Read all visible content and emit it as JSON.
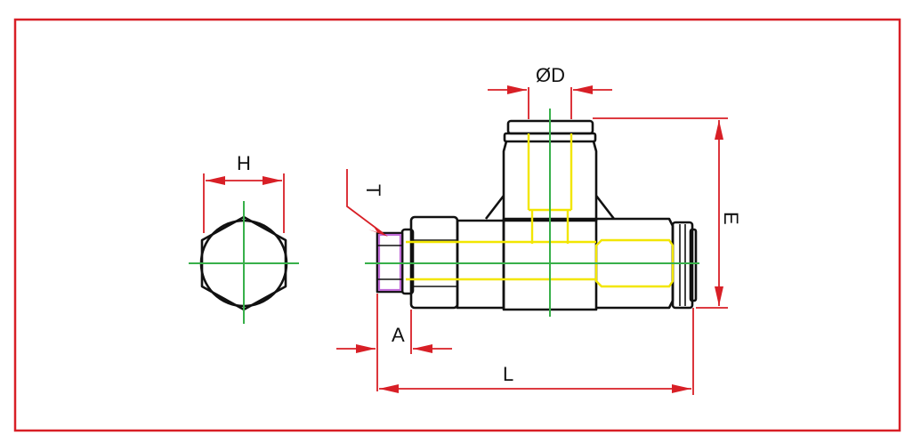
{
  "labels": {
    "H": "H",
    "T": "T",
    "D": "ØD",
    "E": "E",
    "A": "A",
    "L": "L"
  },
  "colors": {
    "frame": "#d81f26",
    "dimension": "#d81f26",
    "outline": "#111111",
    "bore": "#f2e600",
    "centerline": "#38b04a",
    "thread": "#c06ad8"
  }
}
